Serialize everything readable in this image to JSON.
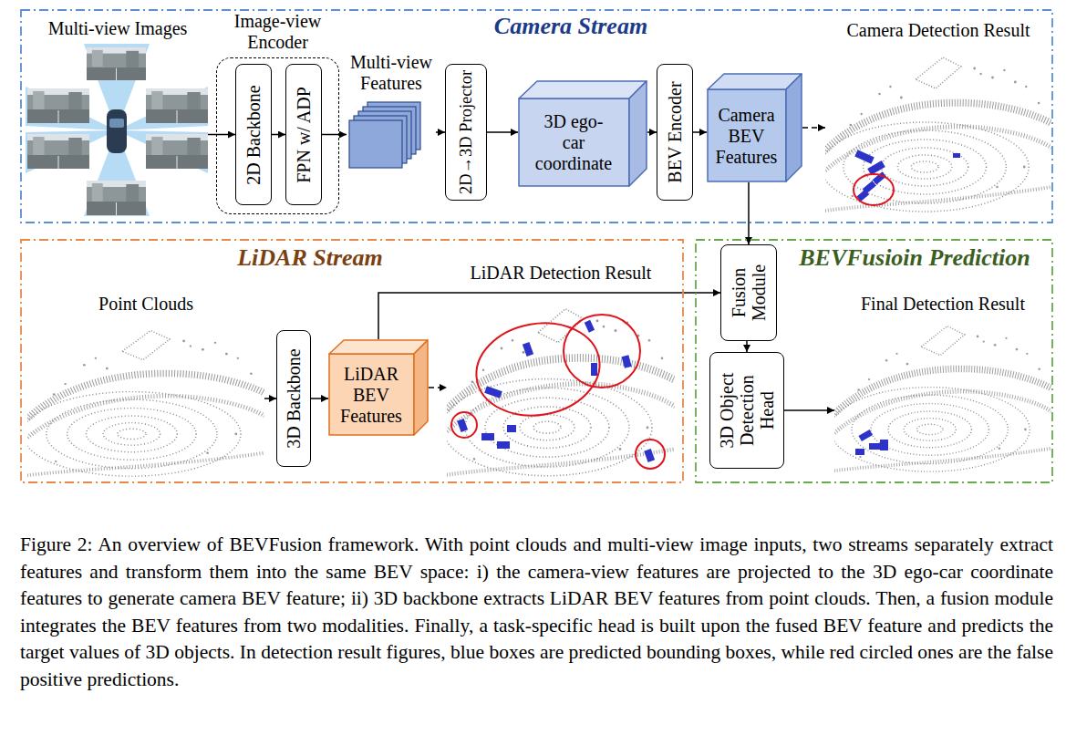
{
  "diagram": {
    "caption": "Figure 2: An overview of BEVFusion framework. With point clouds and multi-view image inputs, two streams separately extract features and transform them into the same BEV space: i) the camera-view features are projected to the 3D ego-car coordinate features to generate camera BEV feature; ii) 3D backbone extracts LiDAR BEV features from point clouds. Then, a fusion module integrates the BEV features from two modalities. Finally, a task-specific head is built upon the fused BEV feature and predicts the target values of 3D objects. In detection result figures, blue boxes are predicted bounding boxes, while red circled ones are the false positive predictions.",
    "nodes": [
      {
        "text": [
          "Camera Stream"
        ]
      },
      {
        "text": [
          "Multi-view Images"
        ],
        "in": 0
      },
      {
        "text": [
          "Image-view Encoder"
        ],
        "in": 0
      },
      {
        "text": [
          "2D Backbone"
        ],
        "in": 2
      },
      {
        "text": [
          "FPN w/ ADP"
        ],
        "in": 2
      },
      {
        "text": [
          "Multi-view Features"
        ],
        "in": 0
      },
      {
        "text": [
          "2D→3D Projector"
        ],
        "in": 0
      },
      {
        "text": [
          "3D ego-car coordinate"
        ],
        "in": 0
      },
      {
        "text": [
          "BEV Encoder"
        ],
        "in": 0
      },
      {
        "text": [
          "Camera BEV Features"
        ],
        "in": 0
      },
      {
        "text": [
          "Camera Detection Result"
        ],
        "in": 0
      },
      {
        "text": [
          "LiDAR Stream"
        ]
      },
      {
        "text": [
          "Point Clouds"
        ],
        "in": 11
      },
      {
        "text": [
          "3D Backbone"
        ],
        "in": 11
      },
      {
        "text": [
          "LiDAR BEV Features"
        ],
        "in": 11
      },
      {
        "text": [
          "LiDAR Detection Result"
        ],
        "in": 11
      },
      {
        "text": [
          "BEVFusioin Prediction"
        ]
      },
      {
        "text": [
          "Fusion Module"
        ],
        "in": 16
      },
      {
        "text": [
          "3D Object Detection Head"
        ],
        "in": 16
      },
      {
        "text": [
          "Final Detection Result"
        ],
        "in": 16
      }
    ],
    "edges": [
      {
        "from": 1,
        "to": 3,
        "arrow": "to"
      },
      {
        "from": 3,
        "to": 4,
        "arrow": "to"
      },
      {
        "from": 4,
        "to": 5,
        "arrow": "to"
      },
      {
        "from": 5,
        "to": 6,
        "arrow": "to"
      },
      {
        "from": 6,
        "to": 7,
        "arrow": "to"
      },
      {
        "from": 7,
        "to": 8,
        "arrow": "to"
      },
      {
        "from": 8,
        "to": 9,
        "arrow": "to"
      },
      {
        "from": 9,
        "to": 10,
        "arrow": "to"
      },
      {
        "from": 9,
        "to": 17,
        "arrow": "to"
      },
      {
        "from": 12,
        "to": 13,
        "arrow": "to"
      },
      {
        "from": 13,
        "to": 14,
        "arrow": "to"
      },
      {
        "from": 14,
        "to": 15,
        "arrow": "to"
      },
      {
        "from": 14,
        "to": 17,
        "arrow": "to"
      },
      {
        "from": 17,
        "to": 18,
        "arrow": "to"
      },
      {
        "from": 18,
        "to": 19,
        "arrow": "to"
      }
    ]
  }
}
